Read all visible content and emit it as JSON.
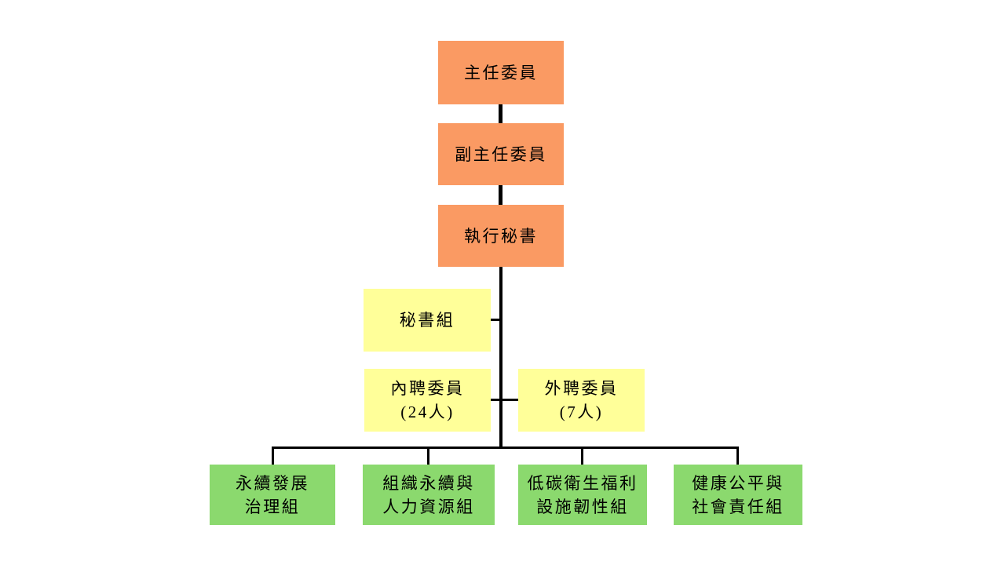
{
  "colors": {
    "orange": "#FA9A63",
    "yellow": "#FFFF99",
    "green": "#8BD96E",
    "line": "#000000",
    "text": "#000000",
    "background": "#FFFFFF"
  },
  "org": {
    "chairman": {
      "label": "主任委員"
    },
    "vice_chairman": {
      "label": "副主任委員"
    },
    "executive_secretary": {
      "label": "執行秘書"
    },
    "secretariat": {
      "label": "秘書組"
    },
    "internal_members": {
      "label": "內聘委員",
      "count": "(24人)"
    },
    "external_members": {
      "label": "外聘委員",
      "count": "(7人)"
    },
    "divisions": [
      {
        "line1": "永續發展",
        "line2": "治理組"
      },
      {
        "line1": "組織永續與",
        "line2": "人力資源組"
      },
      {
        "line1": "低碳衛生福利",
        "line2": "設施韌性組"
      },
      {
        "line1": "健康公平與",
        "line2": "社會責任組"
      }
    ]
  }
}
